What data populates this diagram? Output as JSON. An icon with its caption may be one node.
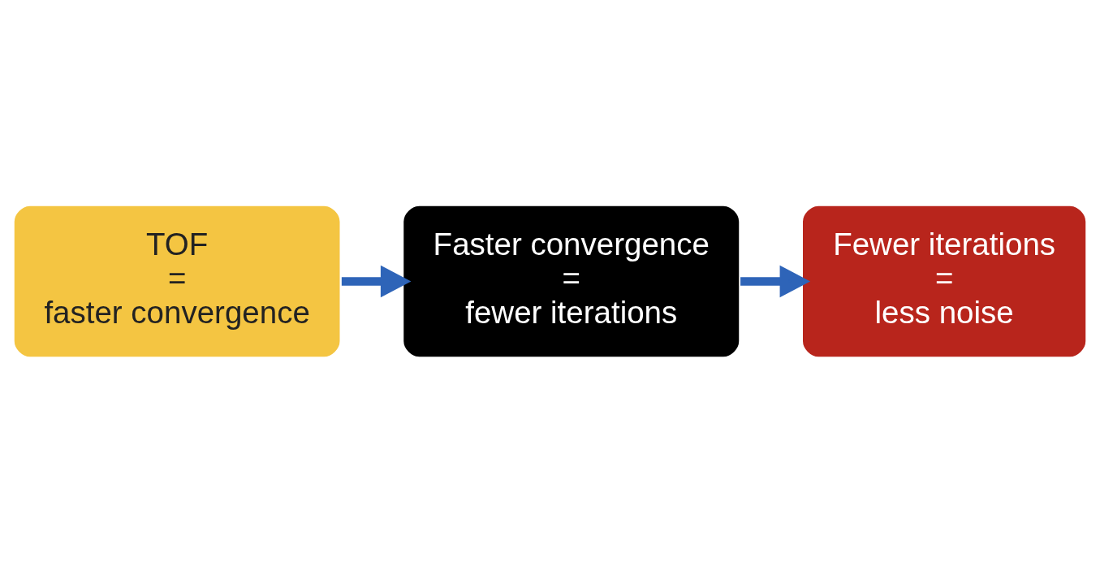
{
  "diagram": {
    "nodes": [
      {
        "text": [
          "TOF",
          "=",
          "faster convergence"
        ]
      },
      {
        "text": [
          "Faster convergence",
          "=",
          "fewer iterations"
        ]
      },
      {
        "text": [
          "Fewer iterations",
          "=",
          "less noise"
        ]
      }
    ],
    "edges": [
      {
        "from": 0,
        "to": 1,
        "arrow": "to"
      },
      {
        "from": 1,
        "to": 2,
        "arrow": "to"
      }
    ]
  }
}
